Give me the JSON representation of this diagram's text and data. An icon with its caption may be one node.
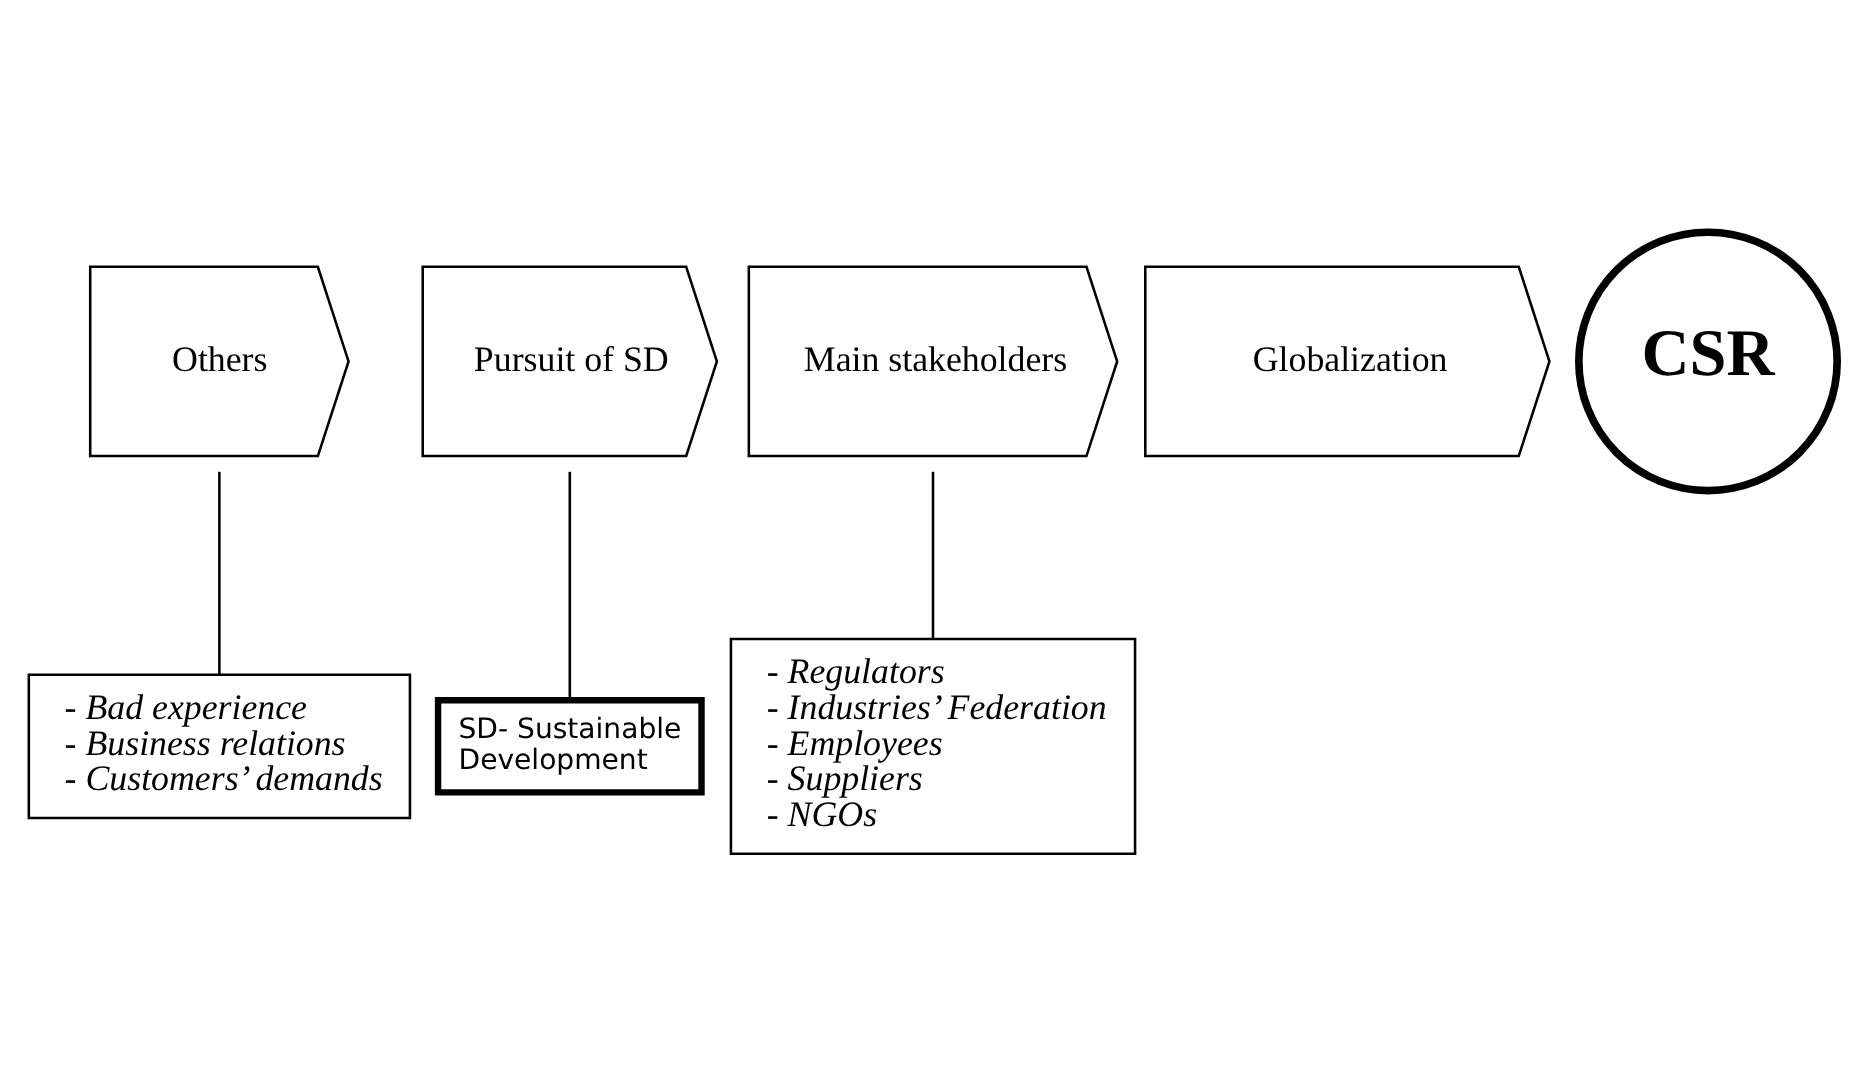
{
  "diagram": {
    "nodes": [
      {
        "text": [
          "CSR"
        ]
      },
      {
        "text": [
          "Globalization"
        ]
      },
      {
        "text": [
          "Main stakeholders"
        ]
      },
      {
        "text": [
          "Pursuit of SD"
        ]
      },
      {
        "text": [
          "Others"
        ]
      },
      {
        "text": [
          "- Regulators",
          "- Industries’ Federation",
          "- Employees",
          "- Suppliers",
          "- NGOs"
        ]
      },
      {
        "text": [
          "SD- Sustainable Development"
        ]
      },
      {
        "text": [
          "- Bad experience",
          "- Business relations",
          "- Customers’ demands"
        ]
      }
    ],
    "edges": [
      {
        "from": 2,
        "to": 5,
        "arrow": "none"
      },
      {
        "from": 3,
        "to": 6,
        "arrow": "none"
      },
      {
        "from": 4,
        "to": 7,
        "arrow": "none"
      }
    ]
  }
}
